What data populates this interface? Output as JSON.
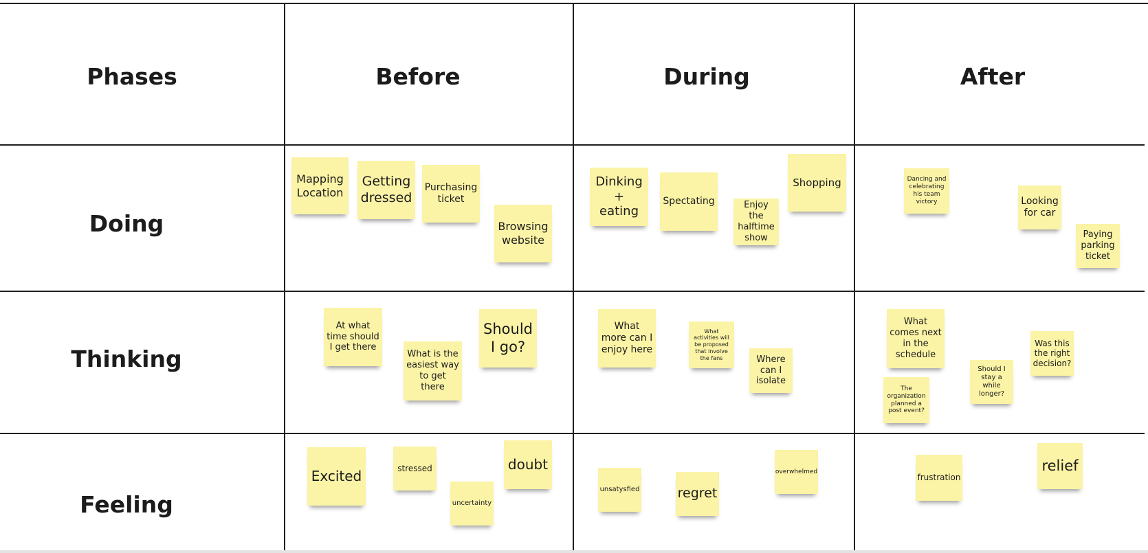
{
  "columns": {
    "phases": "Phases",
    "before": "Before",
    "during": "During",
    "after": "After"
  },
  "rows": {
    "doing": "Doing",
    "thinking": "Thinking",
    "feeling": "Feeling"
  },
  "notes": {
    "doing_before": [
      "Mapping Location",
      "Getting dressed",
      "Purchasing ticket",
      "Browsing website"
    ],
    "doing_during": [
      "Dinking + eating",
      "Spectating",
      "Enjoy the halftime show",
      "Shopping"
    ],
    "doing_after": [
      "Dancing and celebrating his team victory",
      "Looking for car",
      "Paying parking ticket"
    ],
    "thinking_before": [
      "At what time should I get there",
      "What is the easiest way to get there",
      "Should I go?"
    ],
    "thinking_during": [
      "What more can I enjoy here",
      "What activities will be proposed  that involve the fans",
      "Where can I isolate"
    ],
    "thinking_after": [
      "What comes next in the schedule",
      "The organization planned a post event?",
      "Should I stay a while longer?",
      "Was this the right decision?"
    ],
    "feeling_before": [
      "Excited",
      "stressed",
      "uncertainty",
      "doubt"
    ],
    "feeling_during": [
      "unsatysfied",
      "regret",
      "overwhelmed"
    ],
    "feeling_after": [
      "frustration",
      "relief"
    ]
  },
  "colors": {
    "sticky_note": "#fbf3a6",
    "grid_line": "#1f1f1f",
    "text": "#1c1c1c"
  }
}
